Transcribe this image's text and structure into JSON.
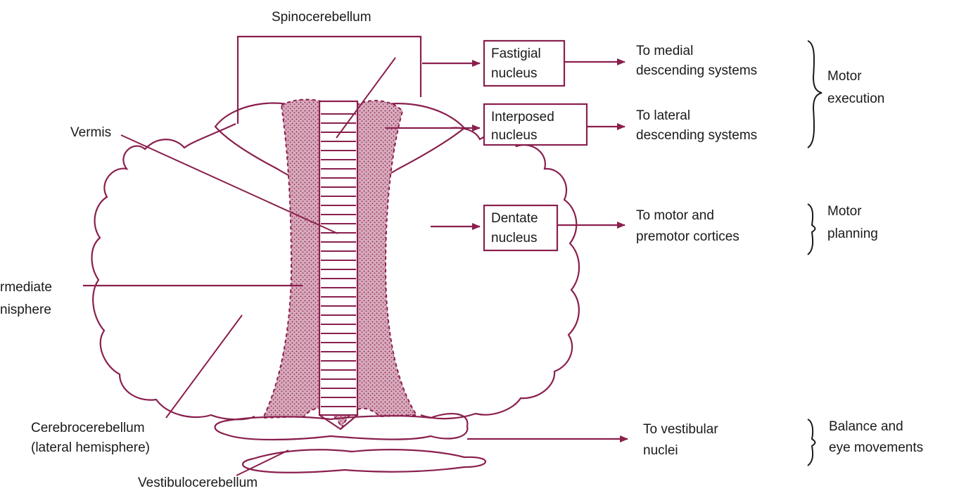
{
  "diagram": {
    "colors": {
      "outline": "#8a1f4e",
      "fill": "#d7aabb",
      "text": "#1a1a1a",
      "background": "#ffffff"
    },
    "labels": {
      "spinocerebellum": "Spinocerebellum",
      "vermis": "Vermis",
      "intermediate_line1": "rmediate",
      "intermediate_line2": "nisphere",
      "cerebro_line1": "Cerebrocerebellum",
      "cerebro_line2": "(lateral hemisphere)",
      "vestibulocerebellum": "Vestibulocerebellum"
    },
    "nuclei": {
      "fastigial_line1": "Fastigial",
      "fastigial_line2": "nucleus",
      "interposed_line1": "Interposed",
      "interposed_line2": "nucleus",
      "dentate_line1": "Dentate",
      "dentate_line2": "nucleus"
    },
    "targets": {
      "medial_line1": "To medial",
      "medial_line2": "descending systems",
      "lateral_line1": "To lateral",
      "lateral_line2": "descending systems",
      "motor_line1": "To motor and",
      "motor_line2": "premotor cortices",
      "vestibular_line1": "To vestibular",
      "vestibular_line2": "nuclei"
    },
    "functions": {
      "execution_line1": "Motor",
      "execution_line2": "execution",
      "planning_line1": "Motor",
      "planning_line2": "planning",
      "balance_line1": "Balance and",
      "balance_line2": "eye movements"
    }
  }
}
